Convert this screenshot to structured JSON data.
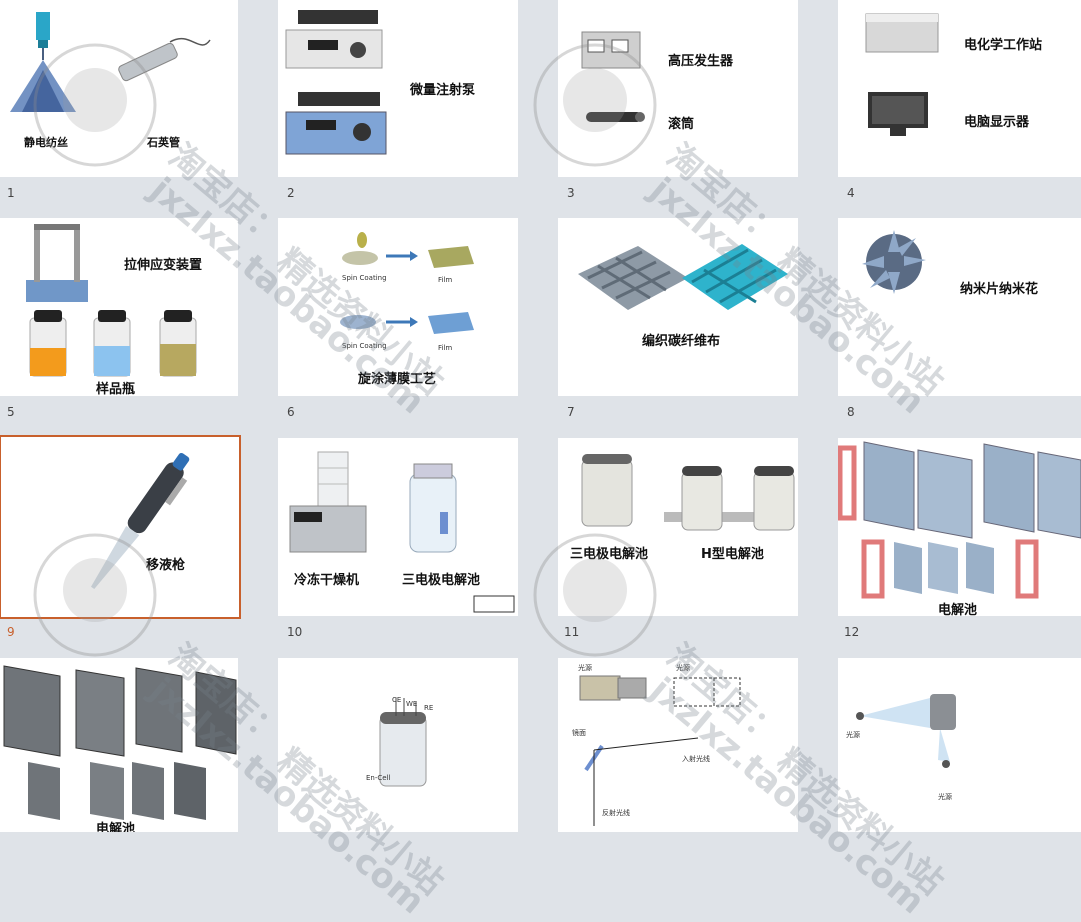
{
  "slide_numbers": [
    "1",
    "2",
    "3",
    "4",
    "5",
    "6",
    "7",
    "8",
    "9",
    "10",
    "11",
    "12"
  ],
  "selected_slide": "9",
  "slides": {
    "s1": {
      "a": "静电纺丝",
      "b": "石英管"
    },
    "s2": {
      "a": "微量注射泵"
    },
    "s3": {
      "a": "高压发生器",
      "b": "滚筒"
    },
    "s4": {
      "a": "电化学工作站",
      "b": "电脑显示器"
    },
    "s5": {
      "a": "拉伸应变装置",
      "b": "样品瓶"
    },
    "s6": {
      "a": "旋涂薄膜工艺",
      "spin1": "Spin Coating",
      "spin2": "Spin Coating",
      "film1": "Film",
      "film2": "Film"
    },
    "s7": {
      "a": "编织碳纤维布"
    },
    "s8": {
      "a": "纳米片纳米花"
    },
    "s9": {
      "a": "移液枪"
    },
    "s10": {
      "a": "冷冻干燥机",
      "b": "三电极电解池"
    },
    "s11": {
      "a": "三电极电解池",
      "b": "H型电解池"
    },
    "s12": {
      "a": "电解池"
    },
    "s13": {
      "a": "电解池"
    },
    "s14": {
      "ce": "CE",
      "we": "WE",
      "re": "RE",
      "en": "En-Cell"
    },
    "s15": {
      "src1": "光源",
      "src2": "光源",
      "mirror": "镜面",
      "incident": "入射光线",
      "reflect": "反射光线"
    },
    "s16": {
      "src1": "光源",
      "src2": "光源"
    }
  },
  "watermark": {
    "line1": "淘宝店：",
    "line2": "jxzlxz.taobao.com",
    "line3": "精选资料小站"
  },
  "colors": {
    "selection": "#c8602c",
    "background": "#dfe3e8",
    "watermark": "#78828c"
  }
}
